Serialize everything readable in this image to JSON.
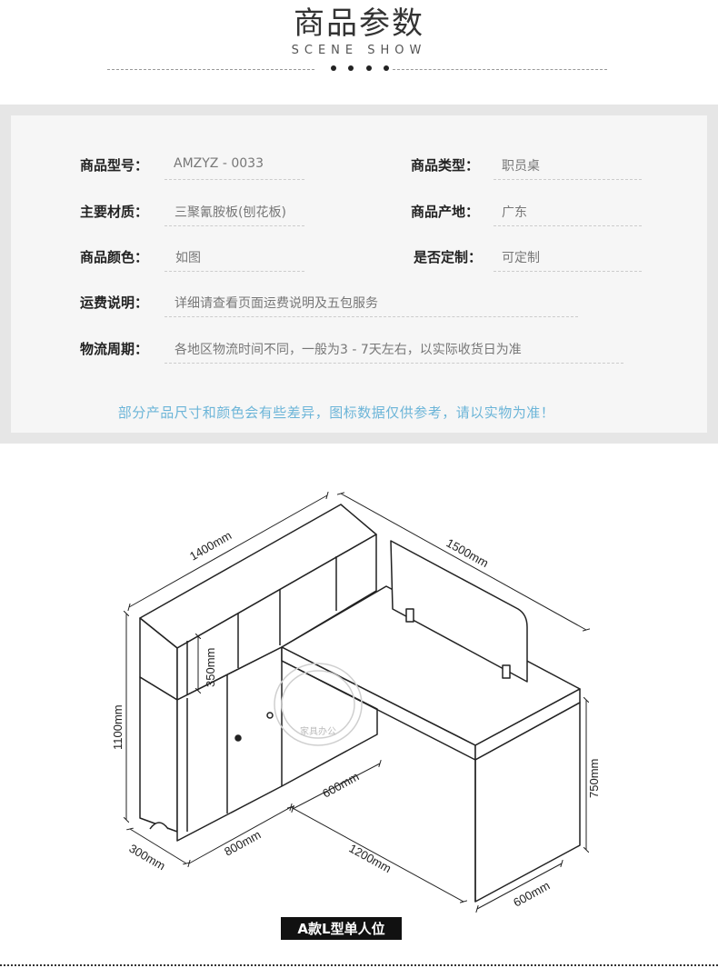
{
  "header": {
    "title": "商品参数",
    "subtitle": "SCENE SHOW"
  },
  "specs": {
    "model_label": "商品型号：",
    "model_value": "AMZYZ - 0033",
    "type_label": "商品类型：",
    "type_value": "职员桌",
    "material_label": "主要材质：",
    "material_value": "三聚氰胺板(刨花板)",
    "origin_label": "商品产地：",
    "origin_value": "广东",
    "color_label": "商品颜色：",
    "color_value": "如图",
    "custom_label": "是否定制：",
    "custom_value": "可定制",
    "shipping_label": "运费说明：",
    "shipping_value": "详细请查看页面运费说明及五包服务",
    "logistics_label": "物流周期：",
    "logistics_value": "各地区物流时间不同，一般为3 - 7天左右，以实际收货日为准"
  },
  "note": "部分产品尺寸和颜色会有些差异，图标数据仅供参考，请以实物为准！",
  "dimensions": {
    "top_width": "1400mm",
    "desk_length": "1500mm",
    "upper_height": "350mm",
    "total_height": "1100mm",
    "desk_height": "750mm",
    "cabinet_gap": "600mm",
    "cabinet_width": "800mm",
    "cabinet_depth": "300mm",
    "desk_side": "1200mm",
    "desk_depth": "600mm"
  },
  "watermark": "家具办公",
  "caption": "A款L型单人位",
  "colors": {
    "note_text": "#6cb5d8",
    "panel_bg": "#f6f6f6",
    "panel_border": "#e6e6e6"
  }
}
